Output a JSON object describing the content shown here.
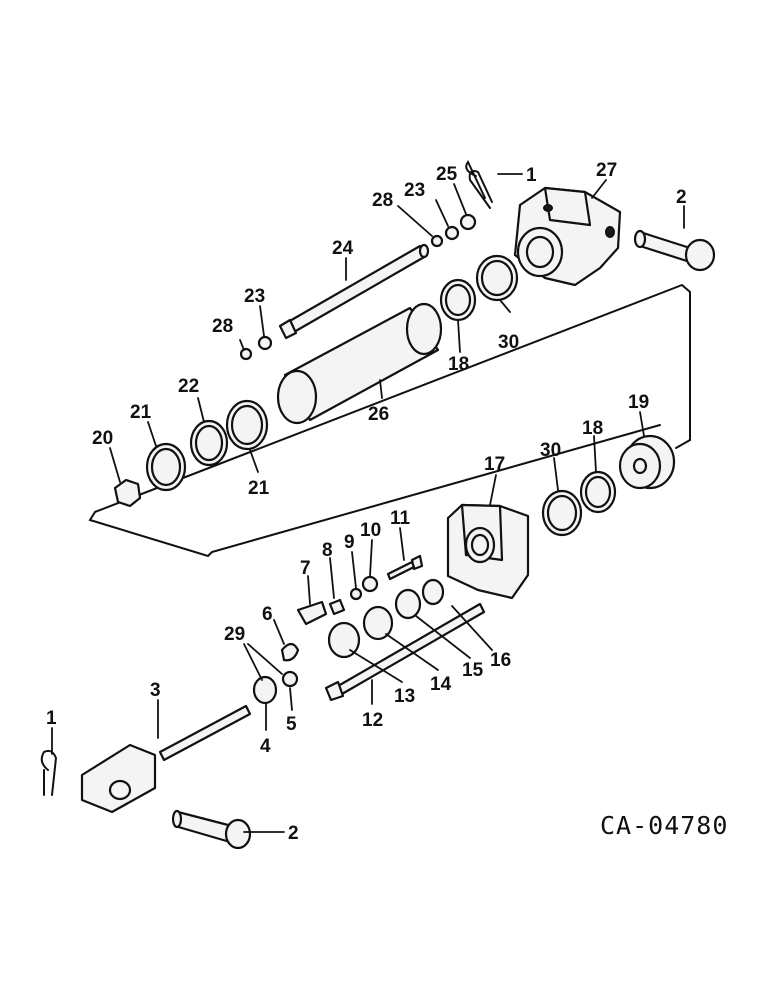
{
  "figure": {
    "code": "CA-04780",
    "callouts": [
      {
        "id": "c1a",
        "text": "1"
      },
      {
        "id": "c2a",
        "text": "2"
      },
      {
        "id": "c27",
        "text": "27"
      },
      {
        "id": "c25",
        "text": "25"
      },
      {
        "id": "c23a",
        "text": "23"
      },
      {
        "id": "c28a",
        "text": "28"
      },
      {
        "id": "c24",
        "text": "24"
      },
      {
        "id": "c23b",
        "text": "23"
      },
      {
        "id": "c28b",
        "text": "28"
      },
      {
        "id": "c30a",
        "text": "30"
      },
      {
        "id": "c18a",
        "text": "18"
      },
      {
        "id": "c26",
        "text": "26"
      },
      {
        "id": "c22",
        "text": "22"
      },
      {
        "id": "c21a",
        "text": "21"
      },
      {
        "id": "c21b",
        "text": "21"
      },
      {
        "id": "c20",
        "text": "20"
      },
      {
        "id": "c19",
        "text": "19"
      },
      {
        "id": "c18b",
        "text": "18"
      },
      {
        "id": "c30b",
        "text": "30"
      },
      {
        "id": "c17",
        "text": "17"
      },
      {
        "id": "c11",
        "text": "11"
      },
      {
        "id": "c10",
        "text": "10"
      },
      {
        "id": "c9",
        "text": "9"
      },
      {
        "id": "c8",
        "text": "8"
      },
      {
        "id": "c7",
        "text": "7"
      },
      {
        "id": "c6",
        "text": "6"
      },
      {
        "id": "c29",
        "text": "29"
      },
      {
        "id": "c16",
        "text": "16"
      },
      {
        "id": "c15",
        "text": "15"
      },
      {
        "id": "c14",
        "text": "14"
      },
      {
        "id": "c13",
        "text": "13"
      },
      {
        "id": "c12",
        "text": "12"
      },
      {
        "id": "c5",
        "text": "5"
      },
      {
        "id": "c4",
        "text": "4"
      },
      {
        "id": "c3",
        "text": "3"
      },
      {
        "id": "c1b",
        "text": "1"
      },
      {
        "id": "c2b",
        "text": "2"
      }
    ]
  }
}
